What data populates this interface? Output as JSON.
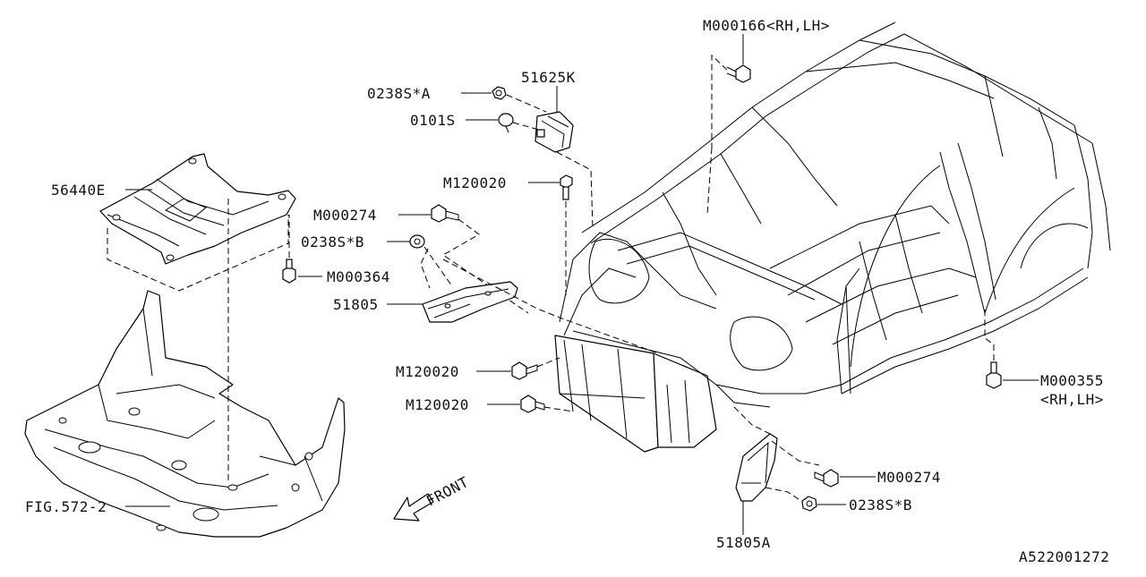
{
  "diagram_id": "A522001272",
  "labels": {
    "l_M000166": "M000166<RH,LH>",
    "l_51625K": "51625K",
    "l_0238SA": "0238S*A",
    "l_0101S": "0101S",
    "l_56440E": "56440E",
    "l_M120020_top": "M120020",
    "l_M000274_left": "M000274",
    "l_0238SB_left": "0238S*B",
    "l_M000364": "M000364",
    "l_51805": "51805",
    "l_M120020_mid": "M120020",
    "l_M120020_low": "M120020",
    "l_M000355": "M000355",
    "l_M000355_sub": "<RH,LH>",
    "l_M000274_right": "M000274",
    "l_0238SB_right": "0238S*B",
    "l_FIG572": "FIG.572-2",
    "l_FRONT": "FRONT",
    "l_51805A": "51805A"
  },
  "icons": {
    "front_arrow": "front-arrow-icon"
  }
}
